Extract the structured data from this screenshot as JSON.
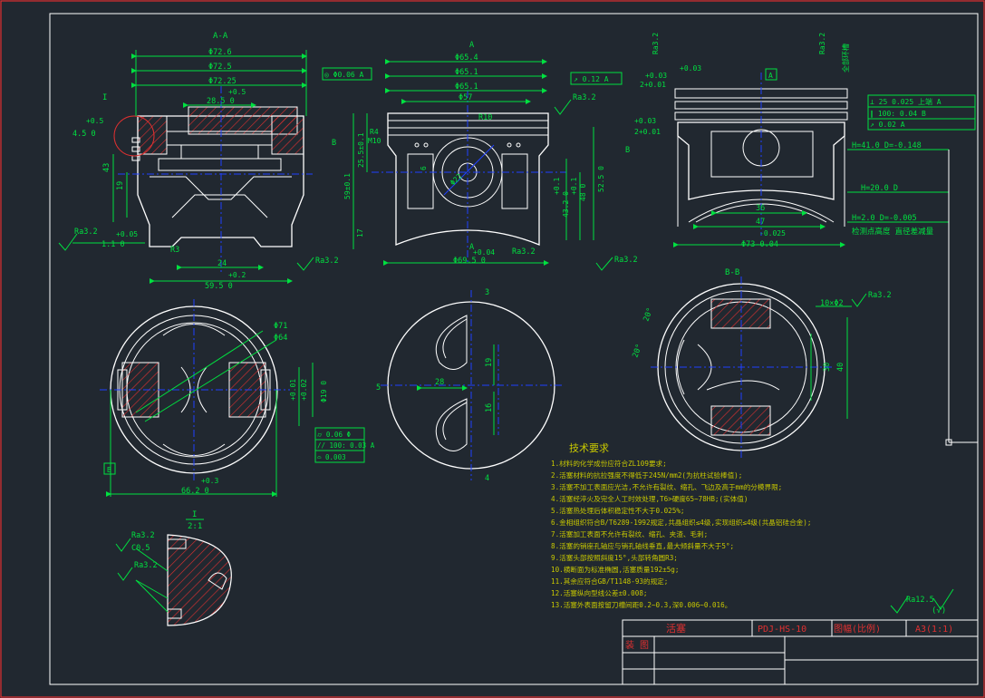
{
  "colors": {
    "background": "#212830",
    "frame": "#e03030",
    "outline": "#ffffff",
    "dimension": "#00e040",
    "center": "#2040ff",
    "hatch": "#e03030",
    "note": "#c8c800",
    "titleblock": "#e03030",
    "tolerance": "#00e040"
  },
  "section_labels": {
    "aa": "A-A",
    "bb": "B-B",
    "detail_num": "I",
    "detail_scale": "2:1",
    "detail_marker": "I",
    "view_a": "A",
    "view_b": "B"
  },
  "dims_left": {
    "d1": "Φ72.6",
    "d2": "Φ72.5",
    "d3": "Φ72.25",
    "d4": "+0.5",
    "d5": "28.5 0",
    "d6": "+0.5",
    "d7": "4.5 0",
    "d8": "43",
    "d9": "19",
    "d10": "+0.05",
    "d11": "1.1 0",
    "d12": "R3",
    "d13": "24",
    "d14": "+0.2",
    "d15": "59.5 0",
    "ra1": "Ra3.2",
    "ra2": "Ra3.2"
  },
  "tol_top_left": "◎ Φ0.06 A",
  "dims_mid": {
    "d1": "Φ65.4",
    "d2": "Φ65.1",
    "d3": "Φ65.1",
    "d4": "Φ57",
    "d5": "R10",
    "d6": "R4",
    "d7": "M10",
    "d8": "25.5±0.1",
    "d9": "59±0.1",
    "d10": "6",
    "d11": "Φ22",
    "d12": "17",
    "d13": "+0.1",
    "d14": "43.2 0",
    "d15": "+0.1",
    "d16": "48 0",
    "d17": "52.5 0",
    "d18": "+0.04",
    "d19": "Φ69.5 0",
    "ra1": "Ra3.2",
    "ra2": "Ra3.2",
    "ra3": "Ra3.2",
    "tol": "↗ 0.12 A"
  },
  "dims_right": {
    "d1": "+0.03",
    "d2": "+0.03",
    "d3": "2+0.01",
    "d4": "+0.03",
    "d5": "2+0.01",
    "d6": "36",
    "d7": "47",
    "d8": "-0.025",
    "d9": "Φ73-0.04",
    "ra_top": "Ra3.2",
    "ra_top2": "Ra3.2",
    "note_right": "全部环槽",
    "tol1": "⊥ 25 0.025 上端 A",
    "tol2": "∥ 100: 0.04 B",
    "tol3": "↗ 0.02 A",
    "h1": "H=41.0   D=-0.148",
    "h2": "H=20.0   D",
    "h3": "H=2.0    D=-0.005",
    "h4": "检测点高度  直径差减量"
  },
  "dims_bottom_left": {
    "d1": "Φ71",
    "d2": "Φ64",
    "d3": "+0.01",
    "d4": "+0.02",
    "d5": "Φ19 0",
    "d6": "+0.3",
    "d7": "66.2 0",
    "tol1": "⌭ 0.06 Φ",
    "tol2": "// 100: 0.03 A",
    "tol3": "⌓ 0.003"
  },
  "dims_bottom_mid": {
    "d1": "3",
    "d2": "5",
    "d3": "28",
    "d4": "19",
    "d5": "16",
    "d6": "4"
  },
  "dims_bottom_right": {
    "d1": "20°",
    "d2": "20°",
    "d3": "10×Φ2",
    "d4": "30",
    "d5": "40",
    "ra": "Ra3.2"
  },
  "detail": {
    "ra1": "Ra3.2",
    "c": "C0.5",
    "ra2": "Ra3.2"
  },
  "notes": {
    "title": "技术要求",
    "items": [
      "1.材料的化学成份应符合ZL109要求;",
      "2.活塞材料的抗拉强度不得低于245N/mm2(为抗柱试验棒值);",
      "3.活塞不加工表面应光洁,不允许有裂纹、缩孔、飞边及高于mm的分模界限;",
      "4.活塞经淬火及完全人工时效处理,T6>硬度65~78HB;(实体值)",
      "5.活塞热处理后体积稳定性不大于0.025%;",
      "6.金相组织符合B/T6289-1992规定,共晶组织≤4级,实现组织≤4级(共晶铝硅合金);",
      "7.活塞加工表面不允许有裂纹、缩孔、夹渣、毛刺;",
      "8.活塞的销座孔轴应与销孔轴线垂直,最大倾斜量不大于5°;",
      "9.活塞头部按照斜度15°,头部转角圆R3;",
      "10.横断面为标准椭圆,活塞质量192±5g;",
      "11.其余应符合GB/T1148-93的规定;",
      "12.活塞纵向型线公差±0.008;",
      "13.活塞外表面按留刀槽间距0.2~0.3,深0.006~0.016。"
    ]
  },
  "ra_general": "Ra12.5",
  "ra_paren": "(√)",
  "title_block": {
    "name": "活塞",
    "code": "PDJ-HS-10",
    "sheet_label": "图幅(比例)",
    "sheet_value": "A3(1:1)",
    "drawing_ref": "装 图"
  }
}
